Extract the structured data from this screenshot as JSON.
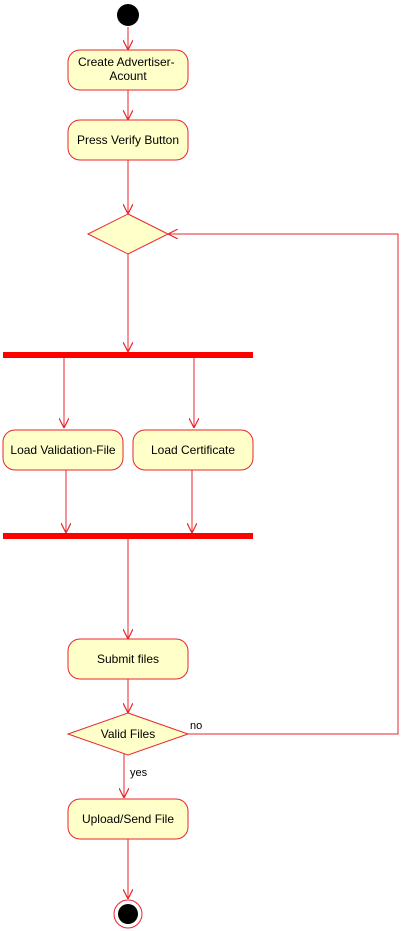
{
  "nodes": {
    "create_account": {
      "lines": [
        "Create Advertiser-",
        "Acount"
      ]
    },
    "press_verify": {
      "label": "Press Verify Button"
    },
    "load_validation": {
      "label": "Load Validation-File"
    },
    "load_certificate": {
      "label": "Load Certificate"
    },
    "submit_files": {
      "label": "Submit files"
    },
    "valid_files": {
      "label": "Valid Files"
    },
    "upload_send": {
      "label": "Upload/Send File"
    }
  },
  "edges": {
    "no_label": "no",
    "yes_label": "yes"
  },
  "colors": {
    "node_fill": "#ffffc9",
    "node_stroke": "#e8262d",
    "bar_fill": "#ff0000",
    "start_fill": "#000000"
  }
}
